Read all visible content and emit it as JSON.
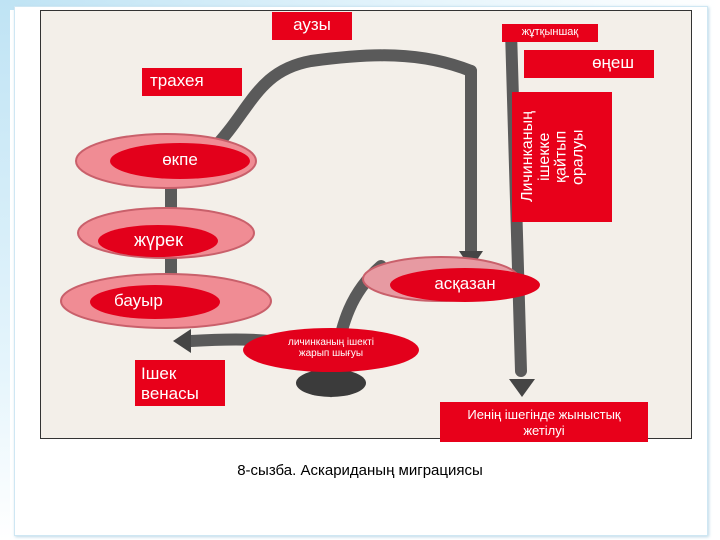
{
  "labels": {
    "mouth": "аузы",
    "esophagus": "жұтқыншақ",
    "crawl": "өңеш",
    "trachea": "трахея",
    "lung": "өкпе",
    "return": "Личинканың\nішекке\nқайтып\nоралуы",
    "heart": "жүрек",
    "stomach": "асқазан",
    "liver": "бауыр",
    "larva_breach": "личинканың  ішекті\nжарып  шығуы",
    "intestine_vein": "Ішек\nвенасы",
    "maturation": "Иенің ішегінде жыныстық\nжетілуі"
  },
  "caption": "8-сызба. Аскариданың миграциясы",
  "colors": {
    "label_red": "#e8001a",
    "organ_pink": "#f08c94",
    "path_gray": "#5a5a5a"
  }
}
